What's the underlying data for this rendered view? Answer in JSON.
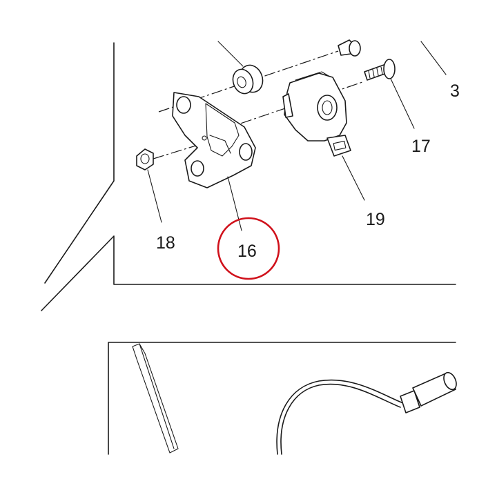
{
  "labels": {
    "part_16": "16",
    "part_17": "17",
    "part_18": "18",
    "part_19": "19",
    "part_3": "3"
  },
  "highlight": {
    "target": "16",
    "color": "#d0111b"
  },
  "colors": {
    "line": "#1a1a1a",
    "background": "#ffffff"
  }
}
